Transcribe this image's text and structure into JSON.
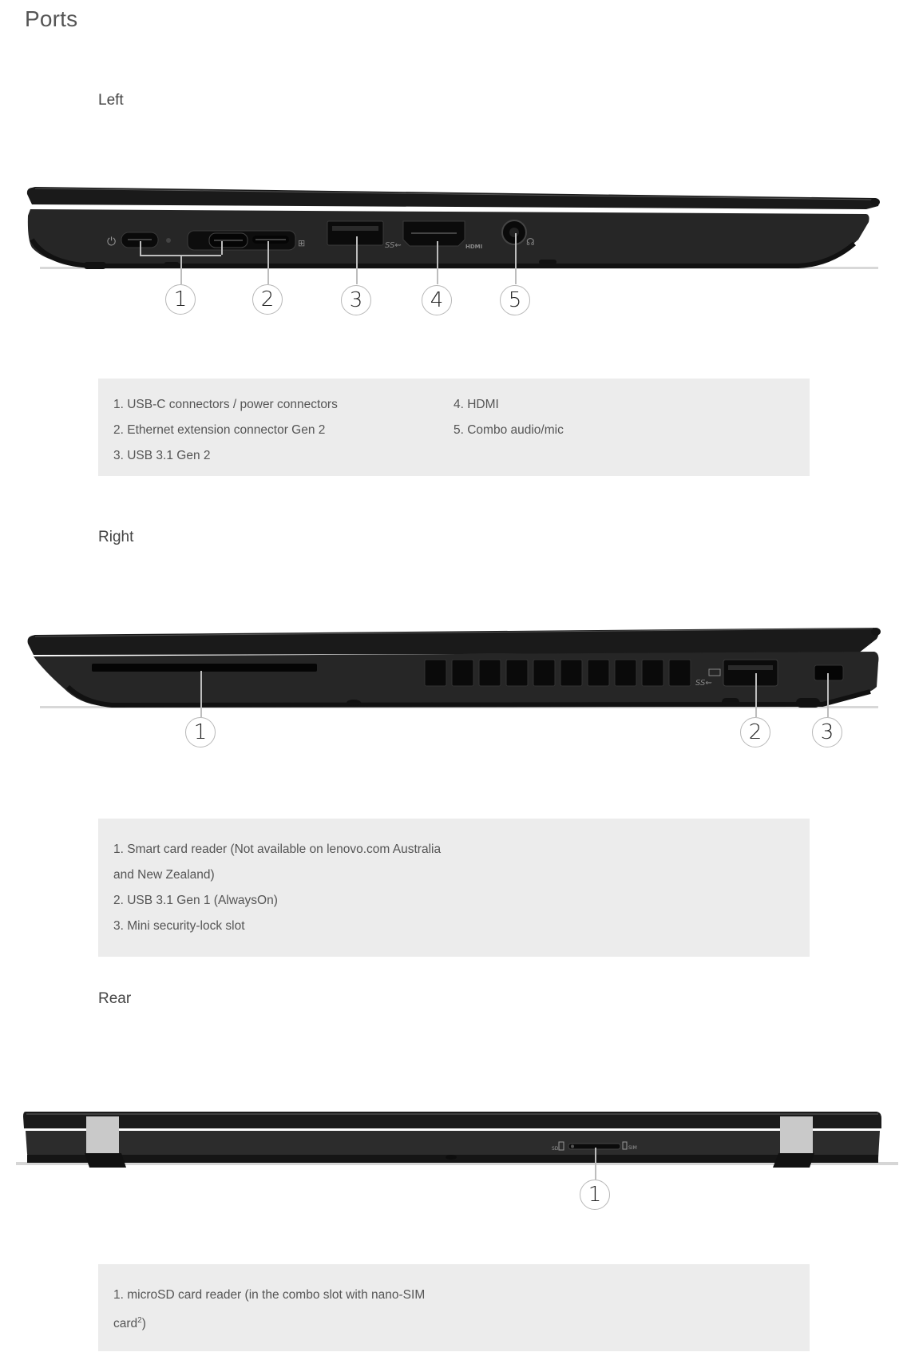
{
  "page": {
    "title": "Ports"
  },
  "sections": [
    {
      "id": "left",
      "title": "Left",
      "callouts": [
        "1",
        "2",
        "3",
        "4",
        "5"
      ],
      "legend": {
        "col1": [
          "1. USB-C connectors / power connectors",
          "2. Ethernet extension connector Gen 2",
          "3. USB 3.1 Gen 2"
        ],
        "col2": [
          "4. HDMI",
          "5. Combo audio/mic"
        ]
      },
      "port_labels": {
        "hdmi": "HDMI",
        "ss": "SS"
      }
    },
    {
      "id": "right",
      "title": "Right",
      "callouts": [
        "1",
        "2",
        "3"
      ],
      "legend": {
        "col1": [
          "1. Smart card reader (Not available on lenovo.com Australia",
          "and New Zealand)",
          "2. USB 3.1 Gen 1 (AlwaysOn)",
          "3. Mini security-lock slot"
        ]
      },
      "port_labels": {
        "ss": "SS"
      }
    },
    {
      "id": "rear",
      "title": "Rear",
      "callouts": [
        "1"
      ],
      "legend": {
        "col1_main": "1. microSD card reader (in the combo slot with nano-SIM",
        "col1_cont": "card",
        "col1_sup": "2",
        "col1_close": ")"
      },
      "port_labels": {
        "sd": "SD",
        "sim": "SIM"
      }
    }
  ],
  "colors": {
    "legend_bg": "#ececec",
    "text": "#555555",
    "laptop_body": "#1c1c1c",
    "callout_border": "#b8b8b8",
    "hinge": "#c8c8c8"
  }
}
